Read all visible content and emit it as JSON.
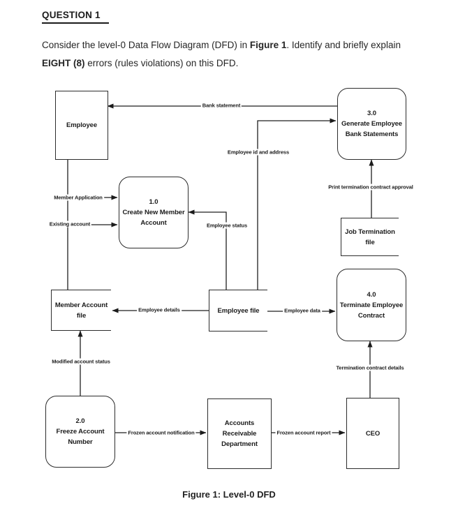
{
  "header": {
    "question_label": "QUESTION 1",
    "intro": {
      "part1": "Consider the level-0 Data Flow Diagram (DFD) in ",
      "bold1": "Figure 1",
      "part2": ". Identify and briefly explain",
      "bold2": "EIGHT (8)",
      "part3": " errors (rules violations) on this DFD."
    }
  },
  "diagram": {
    "nodes": {
      "employee": "Employee",
      "accounts_receivable": "Accounts\nReceivable\nDepartment",
      "ceo": "CEO",
      "member_account_file": "Member Account\nfile",
      "employee_file": "Employee file",
      "job_termination_file": "Job Termination\nfile",
      "process1": {
        "id": "1.0",
        "name": "Create New Member\nAccount"
      },
      "process2": {
        "id": "2.0",
        "name": "Freeze Account\nNumber"
      },
      "process3": {
        "id": "3.0",
        "name": "Generate Employee\nBank Statements"
      },
      "process4": {
        "id": "4.0",
        "name": "Terminate Employee\nContract"
      }
    },
    "flows": {
      "bank_statement": "Bank statement",
      "employee_id_address": "Employee id and address",
      "member_application": "Member Application",
      "existing_account": "Existing account",
      "employee_status": "Employee status",
      "print_termination": "Print termination contract approval",
      "employee_details": "Employee details",
      "employee_data": "Employee data",
      "modified_account_status": "Modified account status",
      "termination_contract_details": "Termination contract details",
      "frozen_account_notification": "Frozen account notification",
      "frozen_account_report": "Frozen account report"
    }
  },
  "caption": "Figure 1: Level-0 DFD"
}
